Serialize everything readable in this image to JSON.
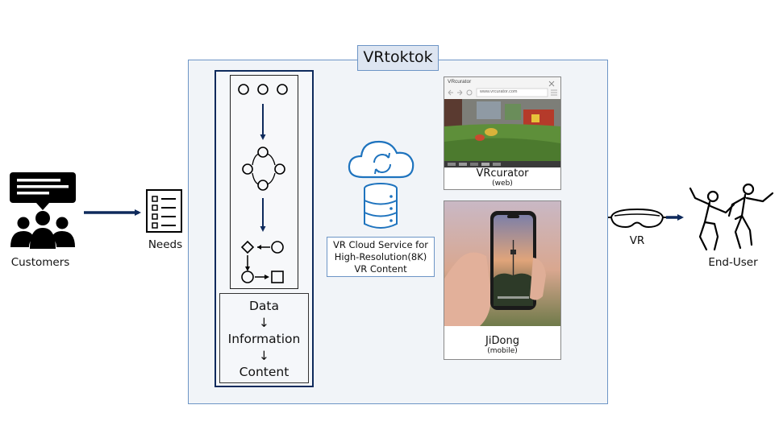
{
  "title": "VRtoktok",
  "customers": {
    "label": "Customers"
  },
  "needs": {
    "label": "Needs"
  },
  "process": {
    "steps": [
      "Data",
      "↓",
      "Information",
      "↓",
      "Content"
    ]
  },
  "cloud": {
    "lines": [
      "VR Cloud Service for",
      "High-Resolution(8K)",
      "VR Content"
    ]
  },
  "web": {
    "name": "VRcurator",
    "sub": "(web)",
    "browser_title": "VRcurator",
    "url": "www.vrcurator.com"
  },
  "mobile": {
    "name": "JiDong",
    "sub": "(mobile)"
  },
  "vr": {
    "label": "VR"
  },
  "end_user": {
    "label": "End-User"
  },
  "colors": {
    "arrow": "#0e2a5c",
    "box_border": "#6d95c6",
    "box_fill": "#f1f4f8",
    "icon_blue": "#1e73be"
  }
}
